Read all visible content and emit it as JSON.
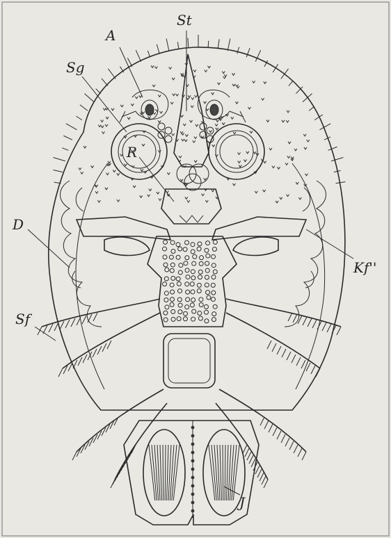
{
  "figure": {
    "labels": {
      "st": "St",
      "a": "A",
      "sg": "Sg",
      "r": "R",
      "d": "D",
      "kf": "Kf''",
      "sf": "Sf",
      "j": "J"
    }
  }
}
